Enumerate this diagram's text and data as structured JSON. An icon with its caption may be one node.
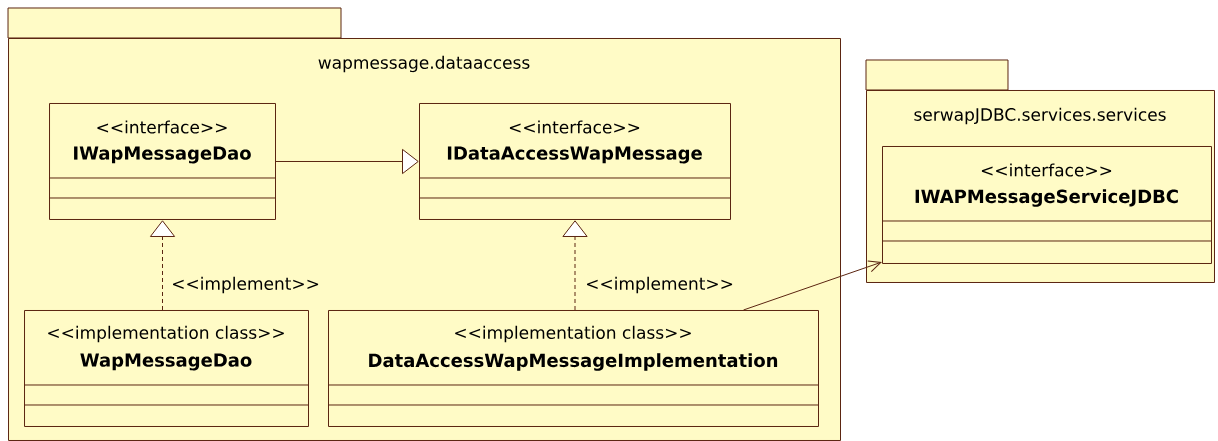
{
  "diagram": {
    "nodes": [
      {
        "text": [
          "wapmessage.dataaccess"
        ]
      },
      {
        "text": [
          "<<interface>>",
          "IWapMessageDao"
        ],
        "in": 0
      },
      {
        "text": [
          "<<interface>>",
          "IDataAccessWapMessage"
        ],
        "in": 0
      },
      {
        "text": [
          "<<implementation class>>",
          "WapMessageDao"
        ],
        "in": 0
      },
      {
        "text": [
          "<<implementation class>>",
          "DataAccessWapMessageImplementation"
        ],
        "in": 0
      },
      {
        "text": [
          "serwapJDBC.services.services"
        ]
      },
      {
        "text": [
          "<<interface>>",
          "IWAPMessageServiceJDBC"
        ],
        "in": 5
      }
    ],
    "edges": [
      {
        "from": 1,
        "to": 2,
        "arrow": "to"
      },
      {
        "from": 3,
        "to": 1,
        "arrow": "to",
        "style": "dashed",
        "label": "<<implement>>"
      },
      {
        "from": 4,
        "to": 2,
        "arrow": "to",
        "style": "dashed",
        "label": "<<implement>>"
      },
      {
        "from": 4,
        "to": 6,
        "arrow": "to"
      }
    ]
  }
}
